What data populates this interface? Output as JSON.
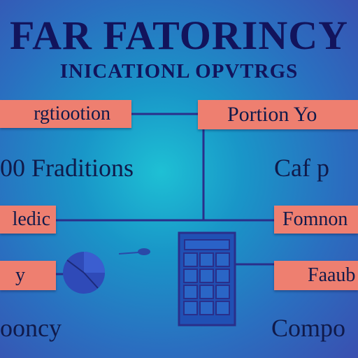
{
  "header": {
    "title": "FAR FATORINCY",
    "subtitle": "INICATIONL OPVTRGS"
  },
  "left": {
    "box_1": "rgtiootion",
    "label_1": "00 Fraditions",
    "box_2": "ledic",
    "box_3": "y",
    "label_2": "ooncy"
  },
  "right": {
    "box_1": "Portion Yo",
    "label_1": "Caf p",
    "box_2": "Fomnon",
    "box_3": "Faaub",
    "label_2": "Compo"
  },
  "colors": {
    "box": "#ee7f70",
    "text": "#101a4a",
    "line": "#2a2f8a"
  }
}
